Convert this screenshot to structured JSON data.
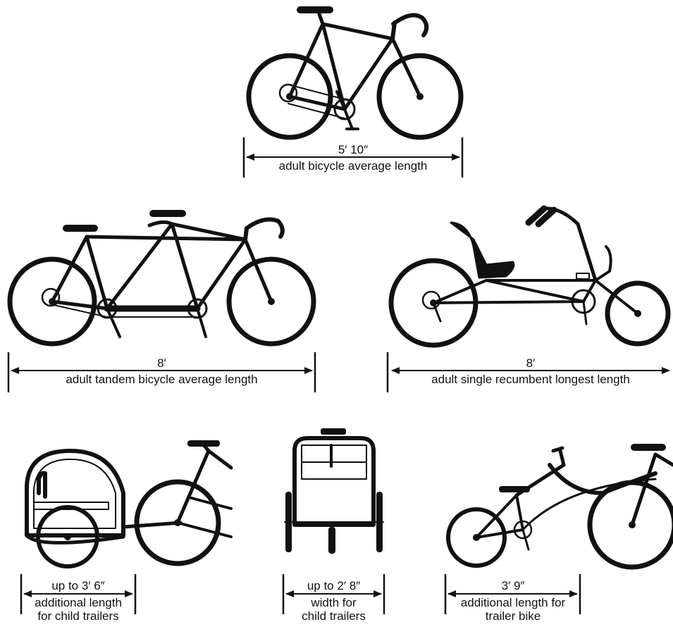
{
  "diagrams": [
    {
      "measurement": "5′ 10″",
      "caption": "adult bicycle average length"
    },
    {
      "measurement": "8′",
      "caption": "adult tandem bicycle average length"
    },
    {
      "measurement": "8′",
      "caption": "adult single recumbent longest length"
    },
    {
      "measurement": "up to 3′ 6″",
      "caption_line1": "additional length",
      "caption_line2": "for child trailers"
    },
    {
      "measurement": "up to 2′ 8″",
      "caption_line1": "width for",
      "caption_line2": "child trailers"
    },
    {
      "measurement": "3′ 9″",
      "caption_line1": "additional length for",
      "caption_line2": "trailer bike"
    }
  ],
  "colors": {
    "ink": "#111111",
    "background": "#ffffff"
  }
}
